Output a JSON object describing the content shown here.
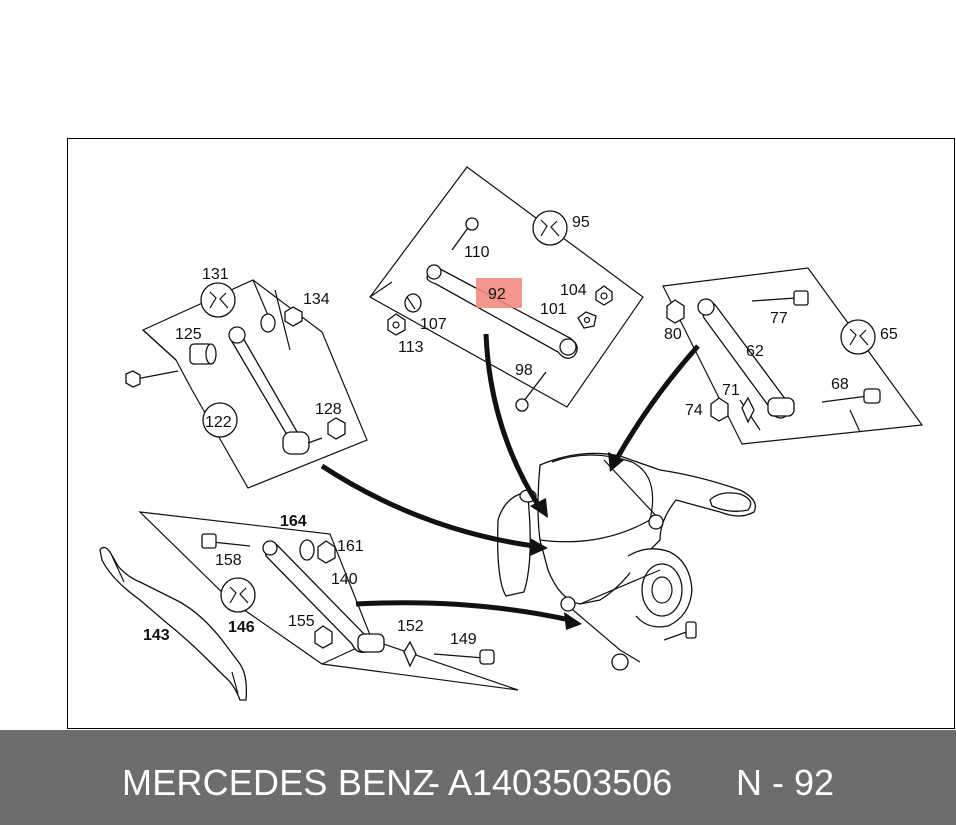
{
  "footer": {
    "brand": "MERCEDES BENZ",
    "separator": "-",
    "part_number": "A1403503506",
    "position_label": "N - 92"
  },
  "highlight": {
    "label": "92",
    "color": "#f28b82"
  },
  "labels": {
    "l95": "95",
    "l110": "110",
    "l104": "104",
    "l101": "101",
    "l107": "107",
    "l113": "113",
    "l98": "98",
    "l131": "131",
    "l134": "134",
    "l125": "125",
    "l122": "122",
    "l128": "128",
    "l80": "80",
    "l77": "77",
    "l65": "65",
    "l62": "62",
    "l71": "71",
    "l74": "74",
    "l68": "68",
    "l164": "164",
    "l161": "161",
    "l158": "158",
    "l140": "140",
    "l146": "146",
    "l155": "155",
    "l152": "152",
    "l149": "149",
    "l143": "143"
  }
}
